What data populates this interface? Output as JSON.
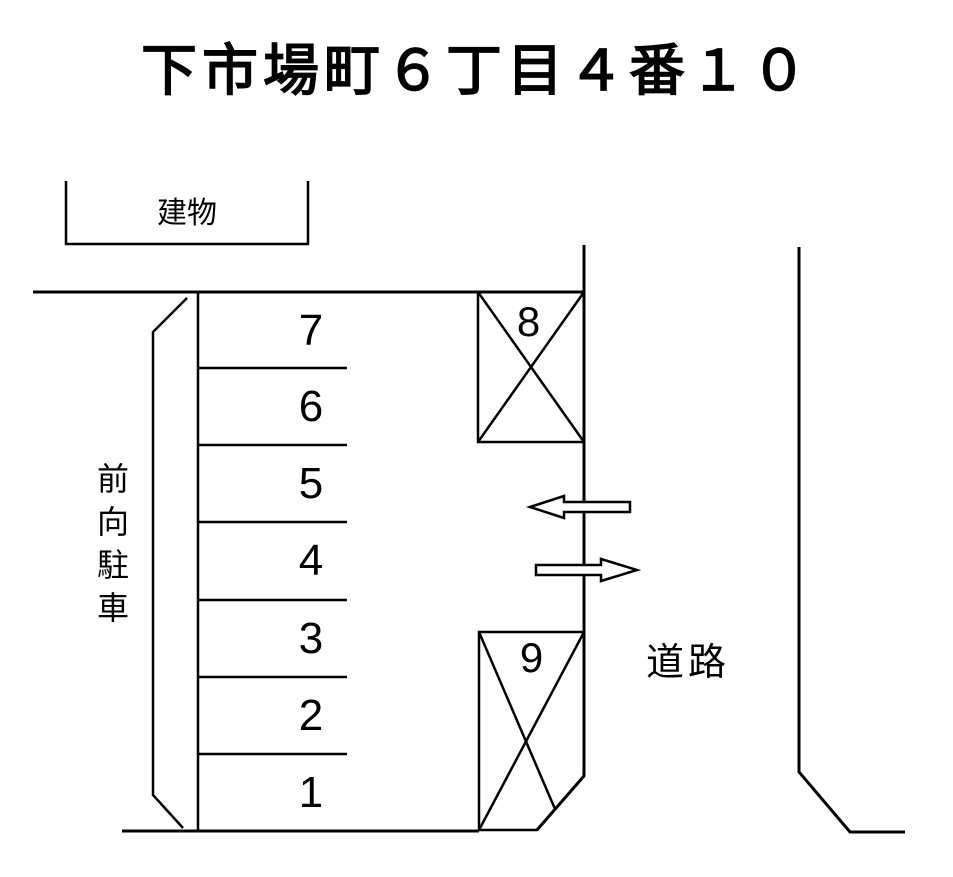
{
  "title": "下市場町６丁目４番１０",
  "building": {
    "label": "建物"
  },
  "parking": {
    "note_vertical": "前向駐車",
    "stalls": [
      "7",
      "6",
      "5",
      "4",
      "3",
      "2",
      "1"
    ],
    "crossed_stalls": [
      "8",
      "9"
    ]
  },
  "road": {
    "label": "道路"
  },
  "colors": {
    "line": "#000000",
    "background": "#ffffff",
    "text": "#000000"
  }
}
